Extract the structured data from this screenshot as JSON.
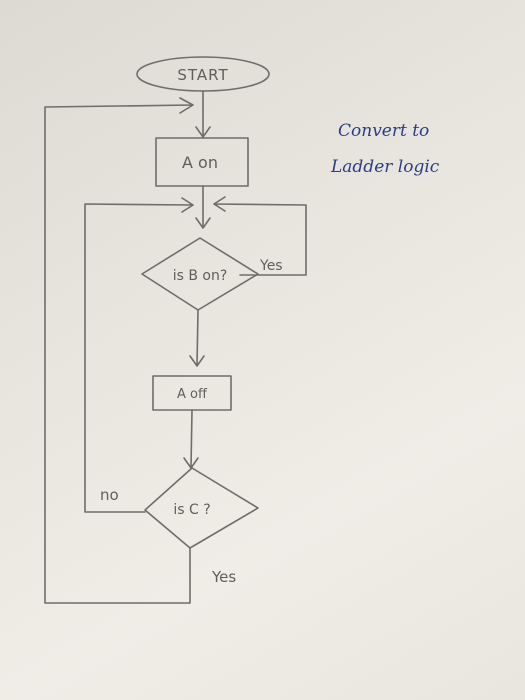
{
  "nodes": {
    "start": "START",
    "a_on": "A on",
    "is_b_on": "is B on?",
    "a_off": "A off",
    "is_c": "is C ?"
  },
  "edges": {
    "b_yes": "Yes",
    "c_no": "no",
    "c_yes": "Yes"
  },
  "note": {
    "line1": "Convert to",
    "line2": "Ladder logic"
  },
  "colors": {
    "pencil": "#6e6d6a",
    "ink": "#2c3c86"
  }
}
